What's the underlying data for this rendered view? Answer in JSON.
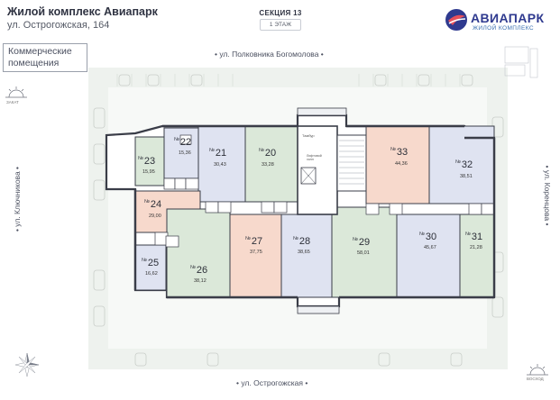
{
  "header": {
    "title": "Жилой комплекс Авиапарк",
    "address": "ул. Острогожская, 164",
    "section_label": "СЕКЦИЯ 13",
    "floor_badge": "1 ЭТАЖ"
  },
  "brand": {
    "name": "АВИАПАРК",
    "tagline": "ЖИЛОЙ КОМПЛЕКС"
  },
  "category": "Коммерческие помещения",
  "streets": {
    "top": "• ул. Полковника Богомолова •",
    "bottom": "• ул. Острогожская •",
    "left": "• ул. Ключникова •",
    "right": "• ул. Коренцова •"
  },
  "compass": {
    "sunset": "ЗАКАТ",
    "sunrise": "ВОСХОД"
  },
  "labels": {
    "stairs": "Тамбур",
    "lift": "Лифтовой холл"
  },
  "units": [
    {
      "no": "23",
      "area": "15,95",
      "highlight": false
    },
    {
      "no": "22",
      "area": "15,36",
      "highlight": false
    },
    {
      "no": "21",
      "area": "30,43",
      "highlight": false
    },
    {
      "no": "20",
      "area": "33,28",
      "highlight": false
    },
    {
      "no": "33",
      "area": "44,36",
      "highlight": true
    },
    {
      "no": "32",
      "area": "38,51",
      "highlight": false
    },
    {
      "no": "24",
      "area": "29,00",
      "highlight": true
    },
    {
      "no": "25",
      "area": "16,62",
      "highlight": false
    },
    {
      "no": "26",
      "area": "38,12",
      "highlight": false
    },
    {
      "no": "27",
      "area": "37,75",
      "highlight": true
    },
    {
      "no": "28",
      "area": "38,65",
      "highlight": false
    },
    {
      "no": "29",
      "area": "58,01",
      "highlight": false
    },
    {
      "no": "30",
      "area": "45,67",
      "highlight": false
    },
    {
      "no": "31",
      "area": "21,28",
      "highlight": false
    }
  ],
  "colors": {
    "unit_default": "#dfe3f1",
    "unit_highlight": "#f7d9cc",
    "unit_green": "#dbe8d9",
    "wall": "#3a3d48",
    "landscape": "#eef3ee",
    "brand": "#2f3a8f"
  }
}
